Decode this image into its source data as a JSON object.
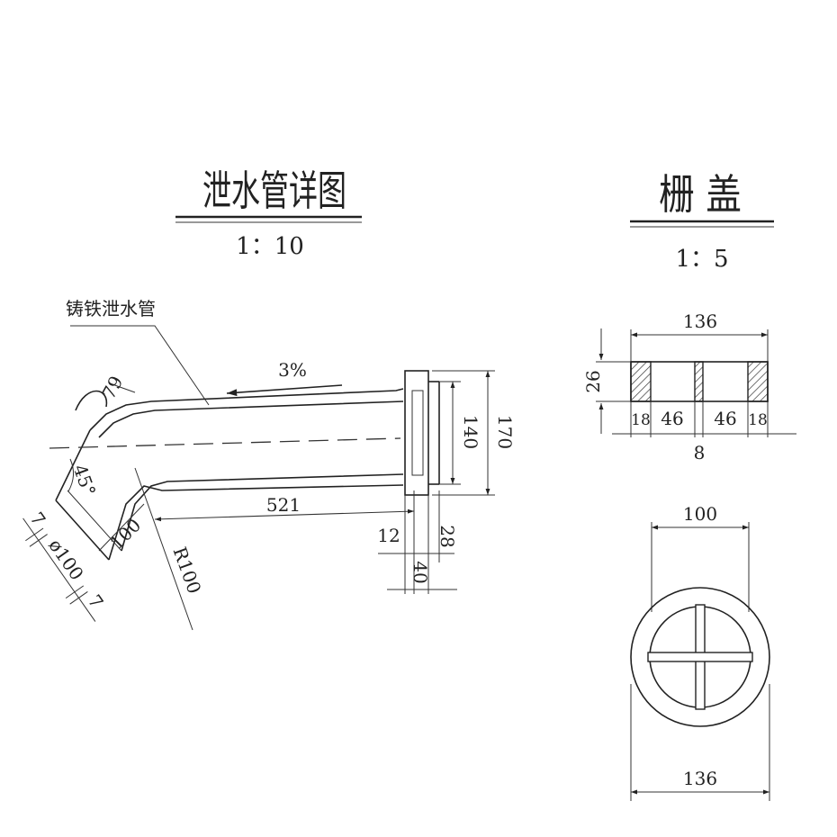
{
  "drain_detail": {
    "title": "泄水管详图",
    "scale": "1：10",
    "material_label": "铸铁泄水管",
    "slope": "3%",
    "dims": {
      "bend_width": "79",
      "angle": "45°",
      "wall_left": "7",
      "diameter": "ø100",
      "wall_right": "7",
      "outlet_width": "100",
      "bend_radius": "R100",
      "length": "521",
      "flange_inner": "140",
      "flange_outer": "170",
      "flange_a": "12",
      "flange_b": "28",
      "flange_total": "40"
    }
  },
  "grate": {
    "title": "栅  盖",
    "scale": "1：5",
    "section": {
      "width": "136",
      "height": "26",
      "seg1": "18",
      "seg2": "46",
      "seg3": "46",
      "seg4": "18",
      "center_bar": "8"
    },
    "plan": {
      "inner_diameter": "100",
      "outer_diameter": "136"
    }
  }
}
